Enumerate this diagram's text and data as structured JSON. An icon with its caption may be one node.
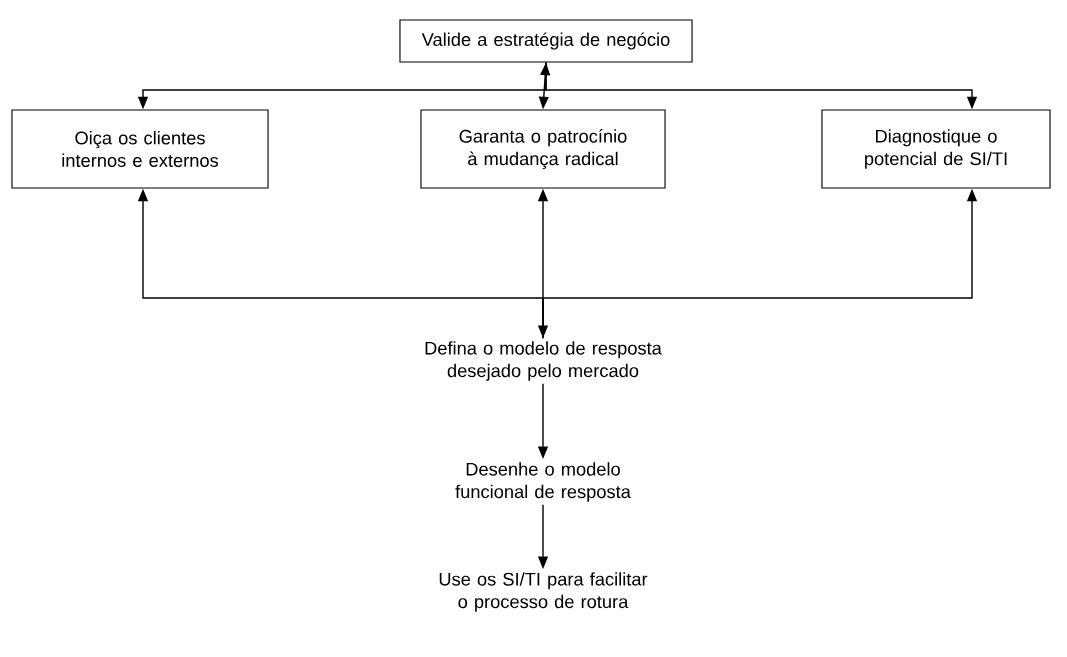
{
  "diagram": {
    "nodes": [
      {
        "text": [
          "Valide a estratégia de negócio"
        ]
      },
      {
        "text": [
          "Oiça os clientes internos e externos"
        ]
      },
      {
        "text": [
          "Garanta o patrocínio à mudança radical"
        ]
      },
      {
        "text": [
          "Diagnostique o potencial de SI/TI"
        ]
      },
      {
        "text": [
          "Defina o modelo de resposta desejado pelo mercado"
        ]
      },
      {
        "text": [
          "Desenhe o modelo funcional de resposta"
        ]
      },
      {
        "text": [
          "Use os SI/TI para facilitar o processo de rotura"
        ]
      }
    ],
    "edges": [
      {
        "from": 0,
        "to": 1,
        "arrow": "to"
      },
      {
        "from": 0,
        "to": 2,
        "arrow": "both"
      },
      {
        "from": 0,
        "to": 3,
        "arrow": "to"
      },
      {
        "from": 4,
        "to": 1,
        "arrow": "to"
      },
      {
        "from": 2,
        "to": 4,
        "arrow": "both"
      },
      {
        "from": 4,
        "to": 3,
        "arrow": "to"
      },
      {
        "from": 4,
        "to": 5,
        "arrow": "to"
      },
      {
        "from": 5,
        "to": 6,
        "arrow": "to"
      }
    ]
  }
}
